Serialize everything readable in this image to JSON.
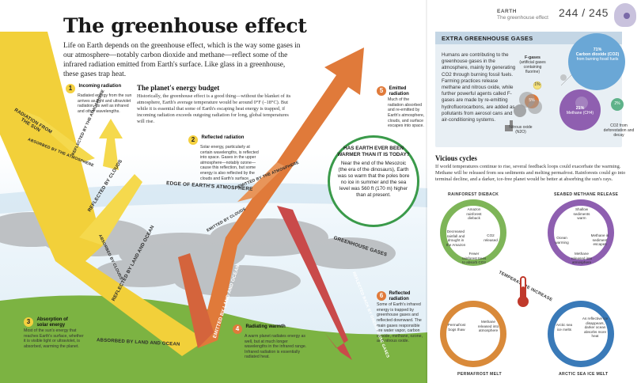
{
  "left": {
    "title": "The greenhouse effect",
    "intro": "Life on Earth depends on the greenhouse effect, which is the way some gases in our atmosphere—notably carbon dioxide and methane—reflect some of the infrared radiation emitted from Earth's surface. Like glass in a greenhouse, these gases trap heat.",
    "budget": {
      "heading": "The planet's energy budget",
      "body": "Historically, the greenhouse effect is a good thing—without the blanket of its atmosphere, Earth's average temperature would be around 0°F (–18°C). But while it is essential that some of Earth's escaping heat energy is trapped, if incoming radiation exceeds outgoing radiation for long, global temperatures will rise."
    },
    "steps": [
      {
        "num": "1",
        "title": "Incoming radiation",
        "body": "Radiated energy from the sun arrives as light and ultraviolet radiation, as well as infrared and other wavelengths."
      },
      {
        "num": "2",
        "title": "Reflected radiation",
        "body": "Solar energy, particularly at certain wavelengths, is reflected into space. Gases in the upper atmosphere—notably ozone—cause this reflection, but some energy is also reflected by the clouds and Earth's surface."
      },
      {
        "num": "3",
        "title": "Absorption of solar energy",
        "body": "Most of the sun's energy that reaches Earth's surface, whether it is visible light or ultraviolet, is absorbed, warming the planet."
      },
      {
        "num": "4",
        "title": "Radiating warmth",
        "body": "A warm planet radiates energy as well, but at much longer wavelengths in the infrared range. Infrared radiation is essentially radiated heat."
      },
      {
        "num": "5",
        "title": "Emitted radiation",
        "body": "Much of the radiation absorbed and re-emitted by Earth's atmosphere, clouds, and surface escapes into space."
      },
      {
        "num": "6",
        "title": "Reflected radiation",
        "body": "Some of Earth's infrared energy is trapped by greenhouse gases and reflected downward. The main gases responsible are water vapor, carbon dioxide, methane, ozone, and nitrous oxide."
      }
    ],
    "arrow_labels": {
      "radiation_from_sun": "Radiation from the sun",
      "reflected_by_atmosphere": "Reflected by the atmosphere",
      "absorbed_by_atmosphere": "Absorbed by the atmosphere",
      "reflected_by_clouds": "Reflected by clouds",
      "edge": "Edge of Earth's atmosphere",
      "emitted_by_atmosphere": "Emitted by the atmosphere",
      "emitted_by_clouds": "Emitted by clouds",
      "reflected_by_land_ocean": "Reflected by land and ocean",
      "absorbed_by_clouds": "Absorbed by clouds",
      "absorbed_by_land_ocean": "Absorbed by land and ocean",
      "emitted_by_land_ocean": "Emitted by land and ocean",
      "radiation_emitted_into_space": "Radiation emitted into space",
      "greenhouse_gases": "Greenhouse gases",
      "reflected_back_by_greenhouse_gases": "Reflected back by greenhouse gases"
    },
    "bubble": {
      "heading": "Has Earth ever been warmer than it is today?",
      "body": "Near the end of the Mesozoic (the era of the dinosaurs), Earth was so warm that the poles bore no ice in summer and the sea level was 560 ft (170 m) higher than at present."
    }
  },
  "right": {
    "header": {
      "section": "EARTH",
      "subtitle": "The greenhouse effect",
      "pages": "244 / 245"
    },
    "extra": {
      "heading": "EXTRA GREENHOUSE GASES",
      "body": "Humans are contributing to the greenhouse gases in the atmosphere, mainly by generating CO2 through burning fossil fuels. Farming practices release methane and nitrous oxide, while further powerful agents called F-gases are made by re-emitting hydrofluorocarbons, are added as pollutants from aerosol cans and air-conditioning systems.",
      "gases": [
        {
          "pct": "71%",
          "name": "Carbon dioxide (CO2)",
          "note": "from burning fossil fuels"
        },
        {
          "pct": "21%",
          "name": "Methane (CH4)",
          "note": ""
        },
        {
          "pct": "5%",
          "name": "Nitrous oxide (N2O)",
          "note": ""
        },
        {
          "pct": "1%",
          "name": "F-gases",
          "note": "(artificial gases containing fluorine)"
        },
        {
          "pct": "2%",
          "name": "CO2 from deforestation and decay",
          "note": ""
        }
      ]
    },
    "vicious": {
      "heading": "Vicious cycles",
      "body": "If world temperatures continue to rise, several feedback loops could exacerbate the warming. Methane will be released from sea sediments and melting permafrost. Rainforests could go into terminal decline, and a darker, ice-free planet would be better at absorbing the sun's rays."
    },
    "cycles": {
      "center": "Temperature increase",
      "rainforest": {
        "title": "Rainforest dieback",
        "items": [
          "Amazon rainforest dieback",
          "CO2 released",
          "Fewer rainforest trees to absorb CO2",
          "Decreased rainfall and drought in the Amazon"
        ]
      },
      "methane": {
        "title": "Seabed methane release",
        "items": [
          "Shallow sediments warm",
          "Methane in sediment escapes",
          "Methane released into atmosphere",
          "Ocean warming"
        ]
      },
      "permafrost": {
        "title": "Permafrost melt",
        "items": [
          "Permafrost bogs thaw",
          "Methane released into atmosphere"
        ]
      },
      "arctic": {
        "title": "Arctic sea ice melt",
        "items": [
          "Arctic sea ice melts",
          "As reflective ice disappears, darker ocean absorbs more heat"
        ]
      }
    }
  }
}
